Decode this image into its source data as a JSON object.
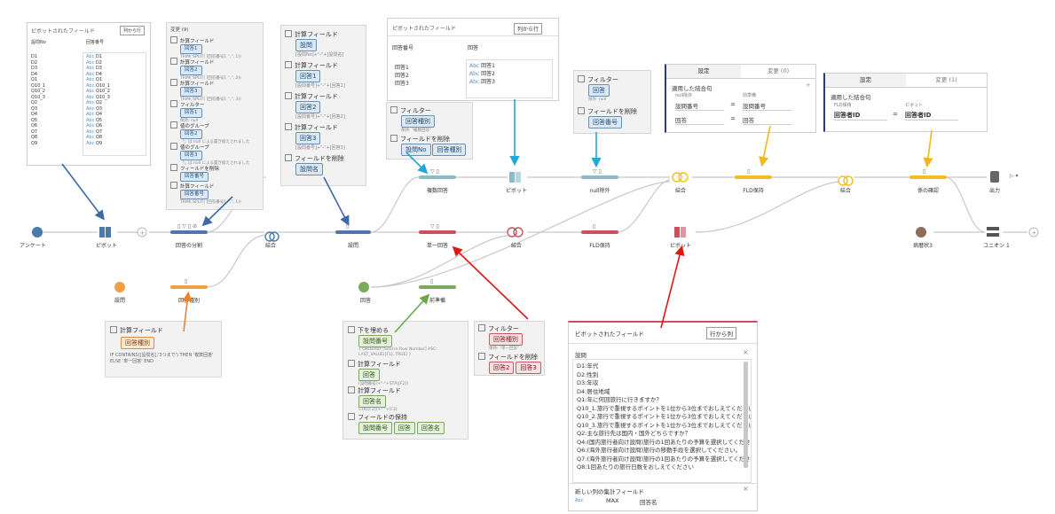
{
  "nodes": {
    "ankeeto": "アンケート",
    "pivot1": "ピボット",
    "kaitou_bunkatsu": "回答の分割",
    "ketsugou1": "結合",
    "setsumon": "設問",
    "kaitou_shubetsu": "回答種別",
    "setsumon_main": "設問",
    "fukusu_kaitou": "複数回答",
    "tanitsu_kaitou": "単一回答",
    "kaitou": "回答",
    "maejunbi": "前準備",
    "pivot2": "ピボット",
    "null_jogai": "null除外",
    "ketsugou2": "結合",
    "fld_hoji1": "FLD保持",
    "ketsugou3": "結合",
    "fld_hoji2": "FLD保持",
    "pivot3": "ピボット",
    "ketsugou4": "結合",
    "kei_kakunin": "係の確認",
    "byorekijo3": "病暦状3",
    "shutsuryoku": "出力",
    "union1": "ユニオン 1"
  },
  "panel_pivot_small": {
    "title": "ピボットされたフィールド",
    "button": "列から行",
    "col1": "設問No",
    "col2": "回答番号",
    "left_list": [
      "D1",
      "D2",
      "D3",
      "D4",
      "Q1",
      "Q10_1",
      "Q10_2",
      "Q10_3",
      "Q2",
      "Q3",
      "Q4",
      "Q5",
      "Q6",
      "Q7",
      "Q8",
      "Q9"
    ],
    "right_tag": "Abc",
    "right_list": [
      "D1",
      "D2",
      "D3",
      "D4",
      "Q1",
      "Q10_1",
      "Q10_2",
      "Q10_3",
      "Q2",
      "Q3",
      "Q4",
      "Q5",
      "Q6",
      "Q7",
      "Q8",
      "Q9"
    ]
  },
  "panel_changes": {
    "title": "変更 (9)",
    "items": [
      {
        "head": "計算フィールド",
        "pill": "回答1",
        "sub": "TRIM( SPLIT( [回答番号], \",\", 1))"
      },
      {
        "head": "計算フィールド",
        "pill": "回答2",
        "sub": "TRIM( SPLIT( [回答番号], \",\", 2))"
      },
      {
        "head": "計算フィールド",
        "pill": "回答3",
        "sub": "TRIM( SPLIT( [回答番号], \",\", 3))"
      },
      {
        "head": "フィルター",
        "pill": "回答1",
        "sub": "保持: null"
      },
      {
        "head": "値のグループ",
        "pill": "回答2",
        "sub": "「」は null による置き換えされました"
      },
      {
        "head": "値のグループ",
        "pill": "回答3",
        "sub": "「」は null による置き換えされました"
      },
      {
        "head": "フィールドを削除",
        "pill": "回答番号",
        "sub": ""
      },
      {
        "head": "計算フィールド",
        "pill": "回答番号",
        "sub": "TRIM( SPLIT( [回答番号], \",\", 1))"
      }
    ]
  },
  "panel_setsumon": {
    "items": [
      {
        "head": "計算フィールド",
        "pill": "設問",
        "sub": "[設問No]+\"-\"+[設問名]"
      },
      {
        "head": "計算フィールド",
        "pill": "回答1",
        "sub": "[設問番号]+\"-\"+[回答1]"
      },
      {
        "head": "計算フィールド",
        "pill": "回答2",
        "sub": "[設問番号]+\"-\"+[回答2]"
      },
      {
        "head": "計算フィールド",
        "pill": "回答3",
        "sub": "[設問番号]+\"-\"+[回答3]"
      },
      {
        "head": "フィールドを削除",
        "pill": "設問名",
        "sub": ""
      }
    ]
  },
  "panel_pivot_mid": {
    "title": "ピボットされたフィールド",
    "button": "列から行",
    "col1": "回答番号",
    "col2": "回答",
    "left_list": [
      "回答1",
      "回答2",
      "回答3"
    ],
    "right_tag": "Abc",
    "right_list": [
      "回答1",
      "回答2",
      "回答3"
    ]
  },
  "panel_filter_fukusu": {
    "head1": "フィルター",
    "pill1": "回答種別",
    "sub1": "保持: \"複数回答\"",
    "head2": "フィールドを削除",
    "pill2a": "設問No",
    "pill2b": "回答種別"
  },
  "panel_filter_null": {
    "head1": "フィルター",
    "pill1": "回答",
    "sub1": "除外: null",
    "head2": "フィールドを削除",
    "pill2": "回答番号"
  },
  "panel_join1": {
    "tab1": "設定",
    "tab2": "変更 (0)",
    "label": "適用した結合句",
    "col1": "null除外",
    "col2": "前準備",
    "rows": [
      [
        "設問番号",
        "設問番号"
      ],
      [
        "回答",
        "回答"
      ]
    ]
  },
  "panel_join2": {
    "tab1": "設定",
    "tab2": "変更 (1)",
    "label": "適用した結合句",
    "col1": "FLD保持",
    "col2": "ピボット",
    "rows": [
      [
        "回答者ID",
        "回答者ID"
      ]
    ]
  },
  "panel_calc_kaitou_shubetsu": {
    "head": "計算フィールド",
    "pill": "回答種別",
    "formula": "IF CONTAINS([設問名],'3つまで') THEN '複数回答' ELSE '単一回答' END"
  },
  "panel_maejunbi": {
    "items": [
      {
        "head": "下を埋める",
        "pill": "設問番号",
        "sub": "{ ORDERBY [Source Row Number] ASC: LAST_VALUE([F1], TRUE) }"
      },
      {
        "head": "計算フィールド",
        "pill": "回答",
        "sub": "[設問番号]+\"-\"+STR([F2])"
      },
      {
        "head": "計算フィールド",
        "pill": "回答名",
        "sub": "STR([F2])+\"-\"+[F3]"
      }
    ],
    "keep_head": "フィールドの保持",
    "keep_pills": [
      "設問番号",
      "回答",
      "回答名"
    ]
  },
  "panel_filter_tanitsu": {
    "head1": "フィルター",
    "pill1": "回答種別",
    "sub1": "保持: \"単一回答\"",
    "head2": "フィールドを削除",
    "pill2a": "回答2",
    "pill2b": "回答3"
  },
  "panel_pivot_big": {
    "title": "ピボットされたフィールド",
    "button": "行から列",
    "section": "設問",
    "items": [
      "D1:年代",
      "D2:性別",
      "D3:年収",
      "D4:居住地域",
      "Q1:年に何回旅行に行きますか？",
      "Q10_1.旅行で重視するポイントを1位から3位までおしえてください",
      "Q10_2.旅行で重視するポイントを1位から3位までおしえてください",
      "Q10_3.旅行で重視するポイントを1位から3位までおしえてください",
      "Q2:主な旅行先は国内・国外どちらですか？",
      "Q4:(国内旅行者向け設問)旅行の1回あたりの予算を選択してください",
      "Q6:(海外旅行者向け設問)旅行の移動手段を選択してください。",
      "Q7:(海外旅行者向け設問)旅行の1回あたりの予算を選択してください",
      "Q8:1回あたりの旅行日数をおしえてください"
    ],
    "footer_title": "新しい列の集計フィールド",
    "footer_tag": "Abc",
    "footer_agg": "MAX",
    "footer_field": "回答名"
  },
  "colors": {
    "blue": "#4a7aa7",
    "red": "#c8505f",
    "green": "#7aaa5a",
    "orange": "#f0a040",
    "yellow": "#f2be1f",
    "arrow_blue": "#3c6aa6",
    "arrow_cyan": "#21a8d8",
    "arrow_red": "#e21515",
    "arrow_green": "#6aaa48",
    "arrow_orange": "#f0822c",
    "arrow_yellow": "#f0b818"
  }
}
